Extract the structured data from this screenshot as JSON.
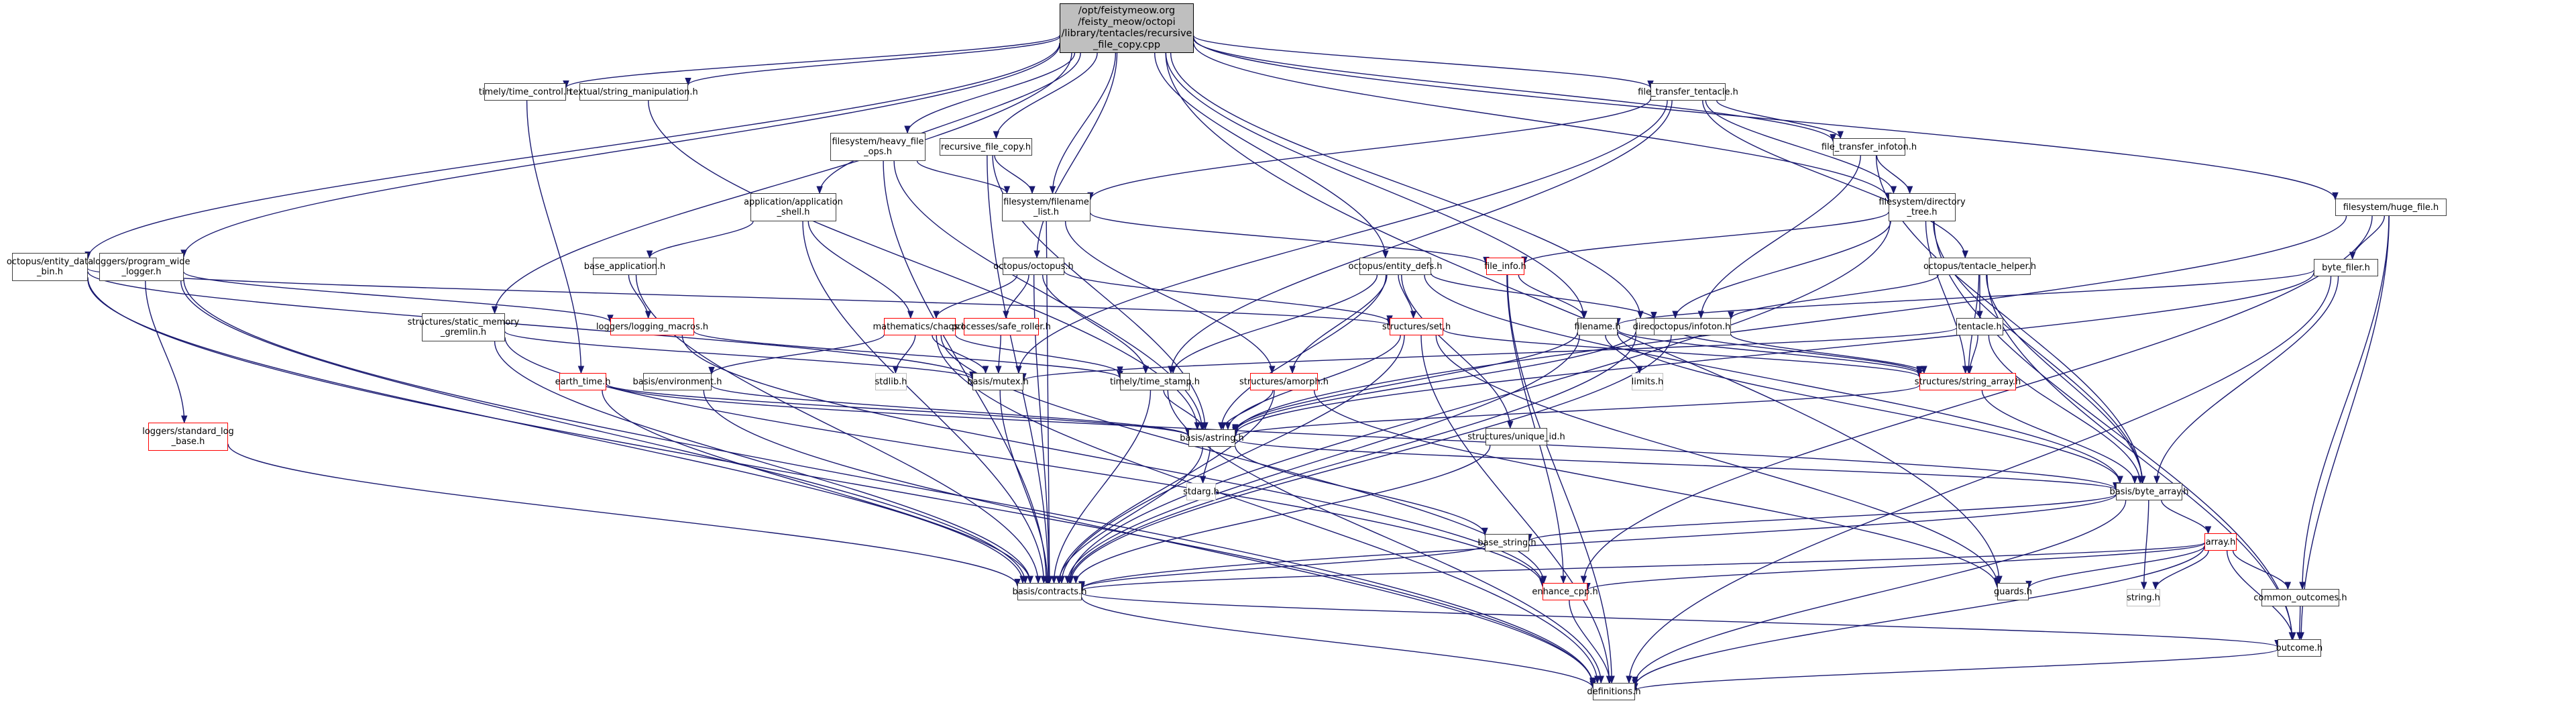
{
  "graph": {
    "title": "Include dependency graph for recursive_file_copy.cpp",
    "colors": {
      "edge": "#191970",
      "root_fill": "#bfbfbf",
      "normal_border": "#404040",
      "incomplete_border": "#ff0000",
      "system_border": "#bfbfbf"
    },
    "nodes": [
      {
        "id": "root",
        "label": "/opt/feistymeow.org\n/feisty_meow/octopi\n/library/tentacles/recursive\n_file_copy.cpp",
        "kind": "root"
      },
      {
        "id": "time_control",
        "label": "timely/time_control.h",
        "kind": "normal"
      },
      {
        "id": "string_manip",
        "label": "textual/string_manipulation.h",
        "kind": "normal"
      },
      {
        "id": "file_transfer_tentacle",
        "label": "file_transfer_tentacle.h",
        "kind": "normal"
      },
      {
        "id": "heavy_file_ops",
        "label": "filesystem/heavy_file\n_ops.h",
        "kind": "normal"
      },
      {
        "id": "recursive_file_copy_h",
        "label": "recursive_file_copy.h",
        "kind": "normal"
      },
      {
        "id": "file_transfer_infoton",
        "label": "file_transfer_infoton.h",
        "kind": "normal"
      },
      {
        "id": "application_shell",
        "label": "application/application\n_shell.h",
        "kind": "normal"
      },
      {
        "id": "filename_list",
        "label": "filesystem/filename\n_list.h",
        "kind": "normal"
      },
      {
        "id": "directory_tree",
        "label": "filesystem/directory\n_tree.h",
        "kind": "normal"
      },
      {
        "id": "huge_file",
        "label": "filesystem/huge_file.h",
        "kind": "normal"
      },
      {
        "id": "entity_data_bin",
        "label": "octopus/entity_data\n_bin.h",
        "kind": "normal"
      },
      {
        "id": "program_wide_logger",
        "label": "loggers/program_wide\n_logger.h",
        "kind": "normal"
      },
      {
        "id": "base_application",
        "label": "base_application.h",
        "kind": "normal"
      },
      {
        "id": "octopus_h",
        "label": "octopus/octopus.h",
        "kind": "normal"
      },
      {
        "id": "entity_defs",
        "label": "octopus/entity_defs.h",
        "kind": "normal"
      },
      {
        "id": "file_info",
        "label": "file_info.h",
        "kind": "incomplete"
      },
      {
        "id": "tentacle_helper",
        "label": "octopus/tentacle_helper.h",
        "kind": "normal"
      },
      {
        "id": "byte_filer",
        "label": "byte_filer.h",
        "kind": "normal"
      },
      {
        "id": "static_memory_gremlin",
        "label": "structures/static_memory\n_gremlin.h",
        "kind": "normal"
      },
      {
        "id": "logging_macros",
        "label": "loggers/logging_macros.h",
        "kind": "incomplete"
      },
      {
        "id": "chaos",
        "label": "mathematics/chaos.h",
        "kind": "incomplete"
      },
      {
        "id": "safe_roller",
        "label": "processes/safe_roller.h",
        "kind": "incomplete"
      },
      {
        "id": "set_h",
        "label": "structures/set.h",
        "kind": "incomplete"
      },
      {
        "id": "filename_h",
        "label": "filename.h",
        "kind": "normal"
      },
      {
        "id": "directory_h",
        "label": "directory.h",
        "kind": "normal"
      },
      {
        "id": "infoton",
        "label": "octopus/infoton.h",
        "kind": "normal"
      },
      {
        "id": "tentacle_h",
        "label": "tentacle.h",
        "kind": "normal"
      },
      {
        "id": "earth_time",
        "label": "earth_time.h",
        "kind": "incomplete"
      },
      {
        "id": "environment",
        "label": "basis/environment.h",
        "kind": "normal"
      },
      {
        "id": "stdlib",
        "label": "stdlib.h",
        "kind": "system"
      },
      {
        "id": "mutex",
        "label": "basis/mutex.h",
        "kind": "normal"
      },
      {
        "id": "time_stamp",
        "label": "timely/time_stamp.h",
        "kind": "normal"
      },
      {
        "id": "amorph",
        "label": "structures/amorph.h",
        "kind": "incomplete"
      },
      {
        "id": "limits",
        "label": "limits.h",
        "kind": "system"
      },
      {
        "id": "string_array",
        "label": "structures/string_array.h",
        "kind": "incomplete"
      },
      {
        "id": "standard_log_base",
        "label": "loggers/standard_log\n_base.h",
        "kind": "incomplete"
      },
      {
        "id": "astring",
        "label": "basis/astring.h",
        "kind": "normal"
      },
      {
        "id": "unique_id",
        "label": "structures/unique_id.h",
        "kind": "normal"
      },
      {
        "id": "stdarg",
        "label": "stdarg.h",
        "kind": "system"
      },
      {
        "id": "byte_array",
        "label": "basis/byte_array.h",
        "kind": "normal"
      },
      {
        "id": "base_string",
        "label": "base_string.h",
        "kind": "normal"
      },
      {
        "id": "array_h",
        "label": "array.h",
        "kind": "incomplete"
      },
      {
        "id": "contracts",
        "label": "basis/contracts.h",
        "kind": "normal"
      },
      {
        "id": "enhance_cpp",
        "label": "enhance_cpp.h",
        "kind": "incomplete"
      },
      {
        "id": "guards",
        "label": "guards.h",
        "kind": "normal"
      },
      {
        "id": "string_h",
        "label": "string.h",
        "kind": "system"
      },
      {
        "id": "common_outcomes",
        "label": "common_outcomes.h",
        "kind": "normal"
      },
      {
        "id": "outcome",
        "label": "outcome.h",
        "kind": "normal"
      },
      {
        "id": "definitions",
        "label": "definitions.h",
        "kind": "normal"
      }
    ],
    "edges": [
      [
        "root",
        "time_control"
      ],
      [
        "root",
        "string_manip"
      ],
      [
        "root",
        "file_transfer_tentacle"
      ],
      [
        "root",
        "heavy_file_ops"
      ],
      [
        "root",
        "recursive_file_copy_h"
      ],
      [
        "root",
        "file_transfer_infoton"
      ],
      [
        "root",
        "application_shell"
      ],
      [
        "root",
        "filename_list"
      ],
      [
        "root",
        "directory_tree"
      ],
      [
        "root",
        "huge_file"
      ],
      [
        "root",
        "entity_data_bin"
      ],
      [
        "root",
        "program_wide_logger"
      ],
      [
        "root",
        "octopus_h"
      ],
      [
        "root",
        "entity_defs"
      ],
      [
        "root",
        "static_memory_gremlin"
      ],
      [
        "root",
        "filename_h"
      ],
      [
        "root",
        "directory_h"
      ],
      [
        "root",
        "guards"
      ],
      [
        "time_control",
        "earth_time"
      ],
      [
        "string_manip",
        "astring"
      ],
      [
        "file_transfer_tentacle",
        "file_transfer_infoton"
      ],
      [
        "file_transfer_tentacle",
        "directory_tree"
      ],
      [
        "file_transfer_tentacle",
        "tentacle_helper"
      ],
      [
        "file_transfer_tentacle",
        "filename_list"
      ],
      [
        "file_transfer_tentacle",
        "time_stamp"
      ],
      [
        "file_transfer_tentacle",
        "mutex"
      ],
      [
        "heavy_file_ops",
        "filename_list"
      ],
      [
        "heavy_file_ops",
        "astring"
      ],
      [
        "heavy_file_ops",
        "contracts"
      ],
      [
        "recursive_file_copy_h",
        "filename_list"
      ],
      [
        "recursive_file_copy_h",
        "astring"
      ],
      [
        "recursive_file_copy_h",
        "contracts"
      ],
      [
        "file_transfer_infoton",
        "directory_tree"
      ],
      [
        "file_transfer_infoton",
        "infoton"
      ],
      [
        "file_transfer_infoton",
        "byte_array"
      ],
      [
        "application_shell",
        "base_application"
      ],
      [
        "application_shell",
        "chaos"
      ],
      [
        "application_shell",
        "contracts"
      ],
      [
        "filename_list",
        "file_info"
      ],
      [
        "filename_list",
        "amorph"
      ],
      [
        "filename_list",
        "contracts"
      ],
      [
        "directory_tree",
        "file_info"
      ],
      [
        "directory_tree",
        "directory_h"
      ],
      [
        "directory_tree",
        "string_array"
      ],
      [
        "directory_tree",
        "byte_array"
      ],
      [
        "directory_tree",
        "outcome"
      ],
      [
        "directory_tree",
        "contracts"
      ],
      [
        "huge_file",
        "byte_filer"
      ],
      [
        "huge_file",
        "astring"
      ],
      [
        "huge_file",
        "common_outcomes"
      ],
      [
        "huge_file",
        "outcome"
      ],
      [
        "huge_file",
        "enhance_cpp"
      ],
      [
        "entity_data_bin",
        "set_h"
      ],
      [
        "entity_data_bin",
        "mutex"
      ],
      [
        "entity_data_bin",
        "contracts"
      ],
      [
        "entity_data_bin",
        "definitions"
      ],
      [
        "program_wide_logger",
        "logging_macros"
      ],
      [
        "program_wide_logger",
        "standard_log_base"
      ],
      [
        "program_wide_logger",
        "contracts"
      ],
      [
        "program_wide_logger",
        "definitions"
      ],
      [
        "base_application",
        "logging_macros"
      ],
      [
        "base_application",
        "contracts"
      ],
      [
        "octopus_h",
        "chaos"
      ],
      [
        "octopus_h",
        "safe_roller"
      ],
      [
        "octopus_h",
        "time_stamp"
      ],
      [
        "octopus_h",
        "set_h"
      ],
      [
        "octopus_h",
        "contracts"
      ],
      [
        "entity_defs",
        "set_h"
      ],
      [
        "entity_defs",
        "amorph"
      ],
      [
        "entity_defs",
        "time_stamp"
      ],
      [
        "entity_defs",
        "astring"
      ],
      [
        "entity_defs",
        "unique_id"
      ],
      [
        "entity_defs",
        "infoton"
      ],
      [
        "entity_defs",
        "byte_array"
      ],
      [
        "file_info",
        "filename_h"
      ],
      [
        "file_info",
        "enhance_cpp"
      ],
      [
        "file_info",
        "definitions"
      ],
      [
        "tentacle_helper",
        "infoton"
      ],
      [
        "tentacle_helper",
        "tentacle_h"
      ],
      [
        "tentacle_helper",
        "string_array"
      ],
      [
        "tentacle_helper",
        "byte_array"
      ],
      [
        "tentacle_helper",
        "outcome"
      ],
      [
        "byte_filer",
        "filename_h"
      ],
      [
        "byte_filer",
        "astring"
      ],
      [
        "byte_filer",
        "byte_array"
      ],
      [
        "byte_filer",
        "definitions"
      ],
      [
        "static_memory_gremlin",
        "mutex"
      ],
      [
        "static_memory_gremlin",
        "contracts"
      ],
      [
        "static_memory_gremlin",
        "enhance_cpp"
      ],
      [
        "logging_macros",
        "time_stamp"
      ],
      [
        "logging_macros",
        "enhance_cpp"
      ],
      [
        "chaos",
        "environment"
      ],
      [
        "chaos",
        "stdlib"
      ],
      [
        "chaos",
        "mutex"
      ],
      [
        "chaos",
        "time_stamp"
      ],
      [
        "chaos",
        "definitions"
      ],
      [
        "chaos",
        "enhance_cpp"
      ],
      [
        "safe_roller",
        "mutex"
      ],
      [
        "set_h",
        "astring"
      ],
      [
        "set_h",
        "string_array"
      ],
      [
        "set_h",
        "contracts"
      ],
      [
        "set_h",
        "guards"
      ],
      [
        "set_h",
        "definitions"
      ],
      [
        "filename_h",
        "limits"
      ],
      [
        "filename_h",
        "astring"
      ],
      [
        "filename_h",
        "byte_array"
      ],
      [
        "filename_h",
        "contracts"
      ],
      [
        "filename_h",
        "string_array"
      ],
      [
        "directory_h",
        "astring"
      ],
      [
        "directory_h",
        "string_array"
      ],
      [
        "directory_h",
        "contracts"
      ],
      [
        "infoton",
        "string_array"
      ],
      [
        "infoton",
        "contracts"
      ],
      [
        "tentacle_h",
        "string_array"
      ],
      [
        "tentacle_h",
        "byte_array"
      ],
      [
        "tentacle_h",
        "mutex"
      ],
      [
        "earth_time",
        "astring"
      ],
      [
        "earth_time",
        "contracts"
      ],
      [
        "earth_time",
        "byte_array"
      ],
      [
        "environment",
        "astring"
      ],
      [
        "environment",
        "definitions"
      ],
      [
        "mutex",
        "contracts"
      ],
      [
        "time_stamp",
        "astring"
      ],
      [
        "time_stamp",
        "contracts"
      ],
      [
        "time_stamp",
        "definitions"
      ],
      [
        "amorph",
        "astring"
      ],
      [
        "amorph",
        "contracts"
      ],
      [
        "amorph",
        "guards"
      ],
      [
        "string_array",
        "astring"
      ],
      [
        "string_array",
        "byte_array"
      ],
      [
        "standard_log_base",
        "contracts"
      ],
      [
        "astring",
        "stdarg"
      ],
      [
        "astring",
        "base_string"
      ],
      [
        "astring",
        "contracts"
      ],
      [
        "astring",
        "byte_array"
      ],
      [
        "unique_id",
        "contracts"
      ],
      [
        "byte_array",
        "array_h"
      ],
      [
        "byte_array",
        "string_h"
      ],
      [
        "byte_array",
        "contracts"
      ],
      [
        "byte_array",
        "base_string"
      ],
      [
        "byte_array",
        "definitions"
      ],
      [
        "base_string",
        "contracts"
      ],
      [
        "array_h",
        "guards"
      ],
      [
        "array_h",
        "string_h"
      ],
      [
        "array_h",
        "common_outcomes"
      ],
      [
        "array_h",
        "outcome"
      ],
      [
        "array_h",
        "contracts"
      ],
      [
        "array_h",
        "enhance_cpp"
      ],
      [
        "array_h",
        "definitions"
      ],
      [
        "contracts",
        "outcome"
      ],
      [
        "contracts",
        "definitions"
      ],
      [
        "enhance_cpp",
        "definitions"
      ],
      [
        "common_outcomes",
        "outcome"
      ],
      [
        "outcome",
        "definitions"
      ]
    ]
  }
}
